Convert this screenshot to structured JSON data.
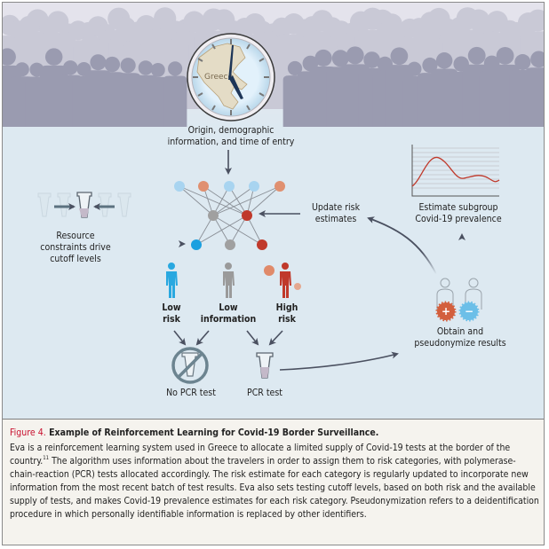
{
  "diagram": {
    "crowd_label": "Travelers (crowd silhouettes)",
    "clock": {
      "map_label": "Greece",
      "icon": "clock-with-map-icon"
    },
    "input_label_line1": "Origin, demographic",
    "input_label_line2": "information, and time of entry",
    "resource_label_line1": "Resource",
    "resource_label_line2": "constraints drive",
    "resource_label_line3": "cutoff levels",
    "update_label_line1": "Update risk",
    "update_label_line2": "estimates",
    "estimate_label_line1": "Estimate subgroup",
    "estimate_label_line2": "Covid-19 prevalence",
    "obtain_label_line1": "Obtain and",
    "obtain_label_line2": "pseudonymize results",
    "categories": [
      {
        "line1": "Low",
        "line2": "risk",
        "color": "#29a8e0"
      },
      {
        "line1": "Low",
        "line2": "information",
        "color": "#9a9a9a"
      },
      {
        "line1": "High",
        "line2": "risk",
        "color": "#c0392b"
      }
    ],
    "no_pcr_label": "No PCR test",
    "pcr_label": "PCR test",
    "result_positive_symbol": "+",
    "result_negative_symbol": "−",
    "network": {
      "input_colors": [
        "#a8d4f0",
        "#e09070",
        "#a8d4f0",
        "#a8d4f0",
        "#e09070"
      ],
      "hidden_colors": [
        "#a0a0a0",
        "#c0392b"
      ],
      "output_colors": [
        "#1aa0e0",
        "#a0a0a0",
        "#c0392b"
      ]
    },
    "colors": {
      "panel_bg": "#dde9f1",
      "arrow": "#4a5060",
      "accent_red": "#c8102e",
      "crowd": "#9a9bb0"
    }
  },
  "caption": {
    "figure_label": "Figure 4.",
    "title": "Example of Reinforcement Learning for Covid-19 Border Surveillance.",
    "body_part1": "Eva is a reinforcement learning system used in Greece to allocate a limited supply of Covid-19 tests at the border of the country.",
    "reference": "11",
    "body_part2": " The algorithm uses information about the travelers in order to assign them to risk categories, with polymerase-chain-reaction (PCR) tests allocated accordingly. The risk estimate for each category is regularly updated to incorporate new information from the most recent batch of test results. Eva also sets testing cutoff levels, based on both risk and the available supply of tests, and makes Covid-19 prevalence estimates for each risk category. Pseudonymization refers to a deidentification procedure in which personally identifiable information is replaced by other identifiers."
  }
}
